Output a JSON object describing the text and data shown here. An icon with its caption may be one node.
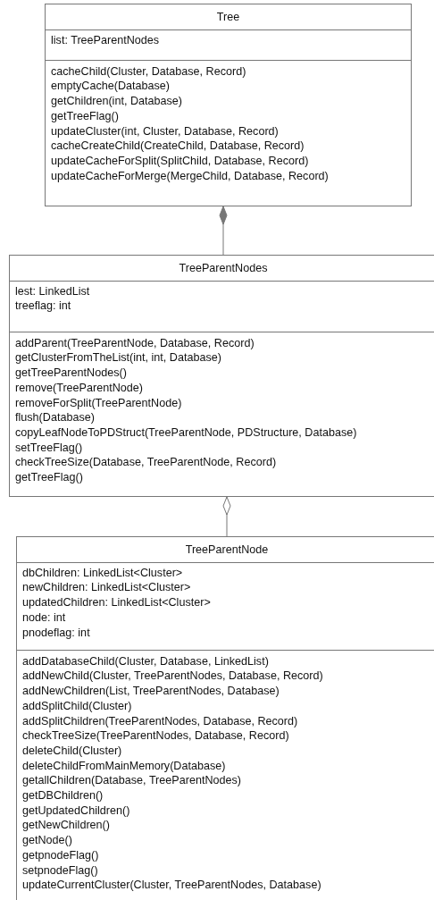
{
  "diagram": {
    "nodes": [
      {
        "text": [
          "Tree",
          "list: TreeParentNodes",
          "cacheChild(Cluster, Database, Record)",
          "emptyCache(Database)",
          "getChildren(int, Database)",
          "getTreeFlag()",
          "updateCluster(int, Cluster, Database, Record)",
          "cacheCreateChild(CreateChild, Database, Record)",
          "updateCacheForSplit(SplitChild, Database, Record)",
          "updateCacheForMerge(MergeChild, Database, Record)"
        ]
      },
      {
        "text": [
          "TreeParentNodes",
          "lest: LinkedList",
          "treeflag: int",
          "addParent(TreeParentNode, Database, Record)",
          "getClusterFromTheList(int, int, Database)",
          "getTreeParentNodes()",
          "remove(TreeParentNode)",
          "removeForSplit(TreeParentNode)",
          "flush(Database)",
          "copyLeafNodeToPDStruct(TreeParentNode, PDStructure, Database)",
          "setTreeFlag()",
          "checkTreeSize(Database, TreeParentNode, Record)",
          "getTreeFlag()"
        ]
      },
      {
        "text": [
          "TreeParentNode",
          "dbChildren: LinkedList<Cluster>",
          "newChildren: LinkedList<Cluster>",
          "updatedChildren: LinkedList<Cluster>",
          "node: int",
          "pnodeflag: int",
          "addDatabaseChild(Cluster, Database, LinkedList)",
          "addNewChild(Cluster, TreeParentNodes, Database, Record)",
          "addNewChildren(List, TreeParentNodes, Database)",
          "addSplitChild(Cluster)",
          "addSplitChildren(TreeParentNodes, Database, Record)",
          "checkTreeSize(TreeParentNodes, Database, Record)",
          "deleteChild(Cluster)",
          "deleteChildFromMainMemory(Database)",
          "getallChildren(Database, TreeParentNodes)",
          "getDBChildren()",
          "getUpdatedChildren()",
          "getNewChildren()",
          "getNode()",
          "getpnodeFlag()",
          "setpnodeFlag()",
          "updateCurrentCluster(Cluster, TreeParentNodes, Database)"
        ]
      }
    ],
    "edges": [
      {
        "from": 1,
        "to": 0,
        "arrow": "other"
      },
      {
        "from": 2,
        "to": 1,
        "arrow": "other"
      }
    ]
  }
}
